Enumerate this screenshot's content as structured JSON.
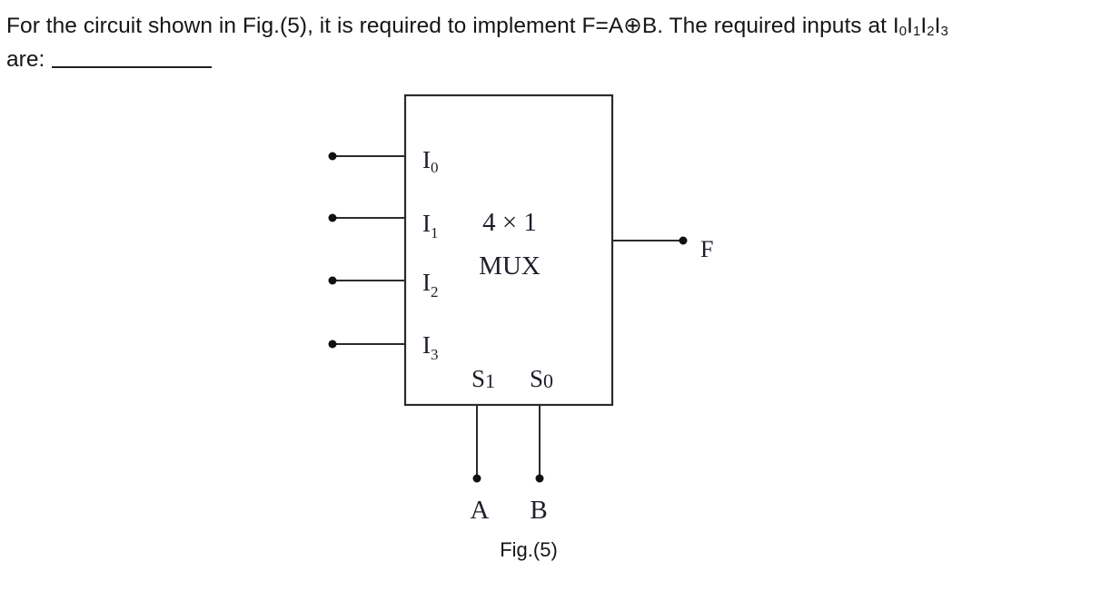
{
  "question": {
    "prefix": "For the circuit shown in Fig.(5), it is required to implement F=A",
    "xor_symbol": "⊕",
    "middle": "B. The required inputs at ",
    "inputs_label": [
      {
        "base": "I",
        "sub": "0"
      },
      {
        "base": "I",
        "sub": "1"
      },
      {
        "base": "I",
        "sub": "2"
      },
      {
        "base": "I",
        "sub": "3"
      }
    ],
    "line2": "are:",
    "answer_value": ""
  },
  "figure": {
    "mux_title": "4 × 1",
    "mux_subtitle": "MUX",
    "inputs": [
      {
        "base": "I",
        "sub": "0"
      },
      {
        "base": "I",
        "sub": "1"
      },
      {
        "base": "I",
        "sub": "2"
      },
      {
        "base": "I",
        "sub": "3"
      }
    ],
    "selects": [
      {
        "base": "S",
        "sub": "1",
        "signal": "A"
      },
      {
        "base": "S",
        "sub": "0",
        "signal": "B"
      }
    ],
    "output_label": "F",
    "caption": "Fig.(5)",
    "line_color": "#2b2b2b",
    "dot_color": "#111111"
  }
}
